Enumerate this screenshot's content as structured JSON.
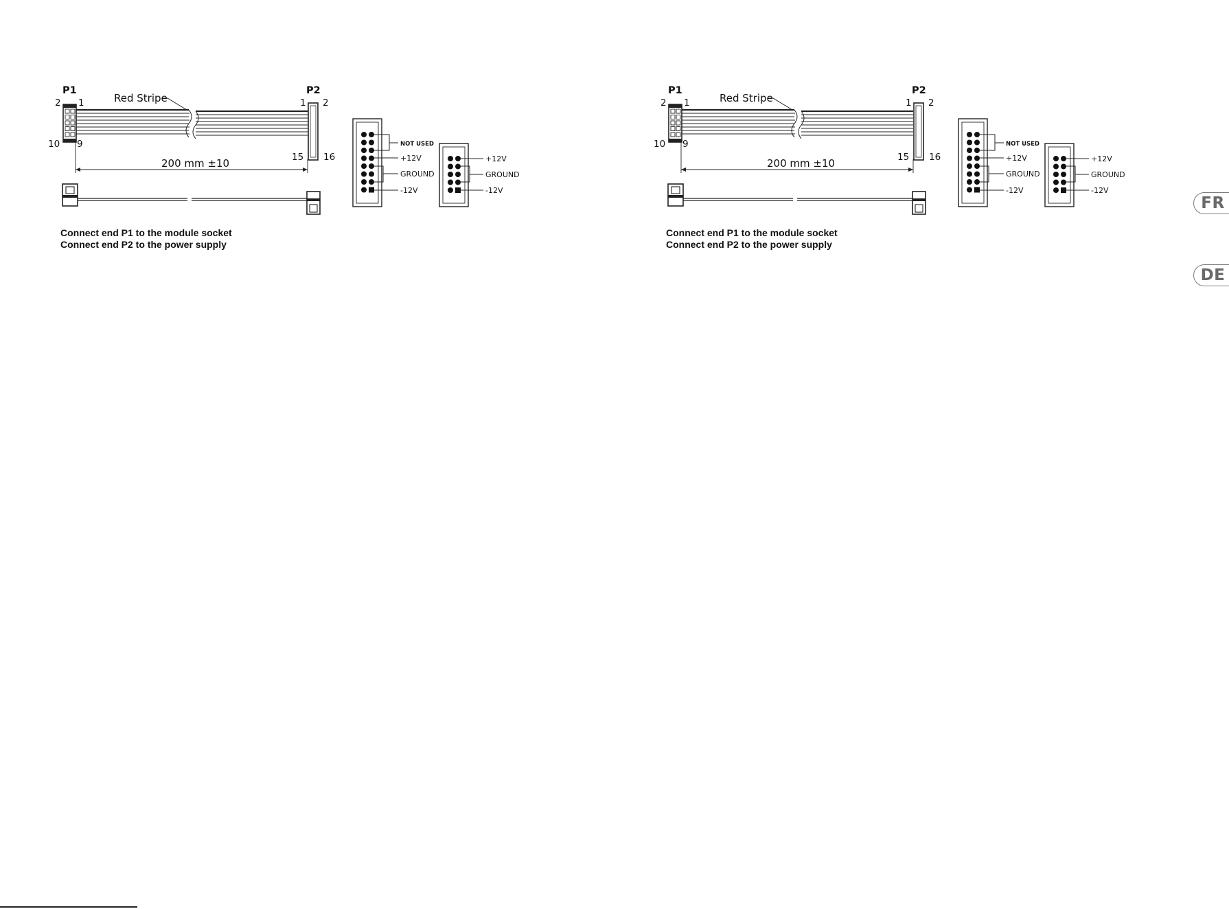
{
  "diagrams": [
    {
      "caption": [
        "Connect end P1 to the module socket",
        "Connect end P2 to the power supply"
      ]
    },
    {
      "caption": [
        "Connect end P1 to the module socket",
        "Connect end P2 to the power supply"
      ]
    }
  ],
  "labels": {
    "p1": "P1",
    "p2": "P2",
    "red_stripe": "Red Stripe",
    "pin_2": "2",
    "pin_1": "1",
    "pin_10": "10",
    "pin_9": "9",
    "pin_15": "15",
    "pin_16": "16",
    "length": "200 mm ±10",
    "not_used": "NOT USED",
    "plus12v": "+12V",
    "ground": "GROUND",
    "minus12v": "-12V"
  },
  "language_tabs": [
    {
      "code": "FR"
    },
    {
      "code": "DE"
    }
  ]
}
